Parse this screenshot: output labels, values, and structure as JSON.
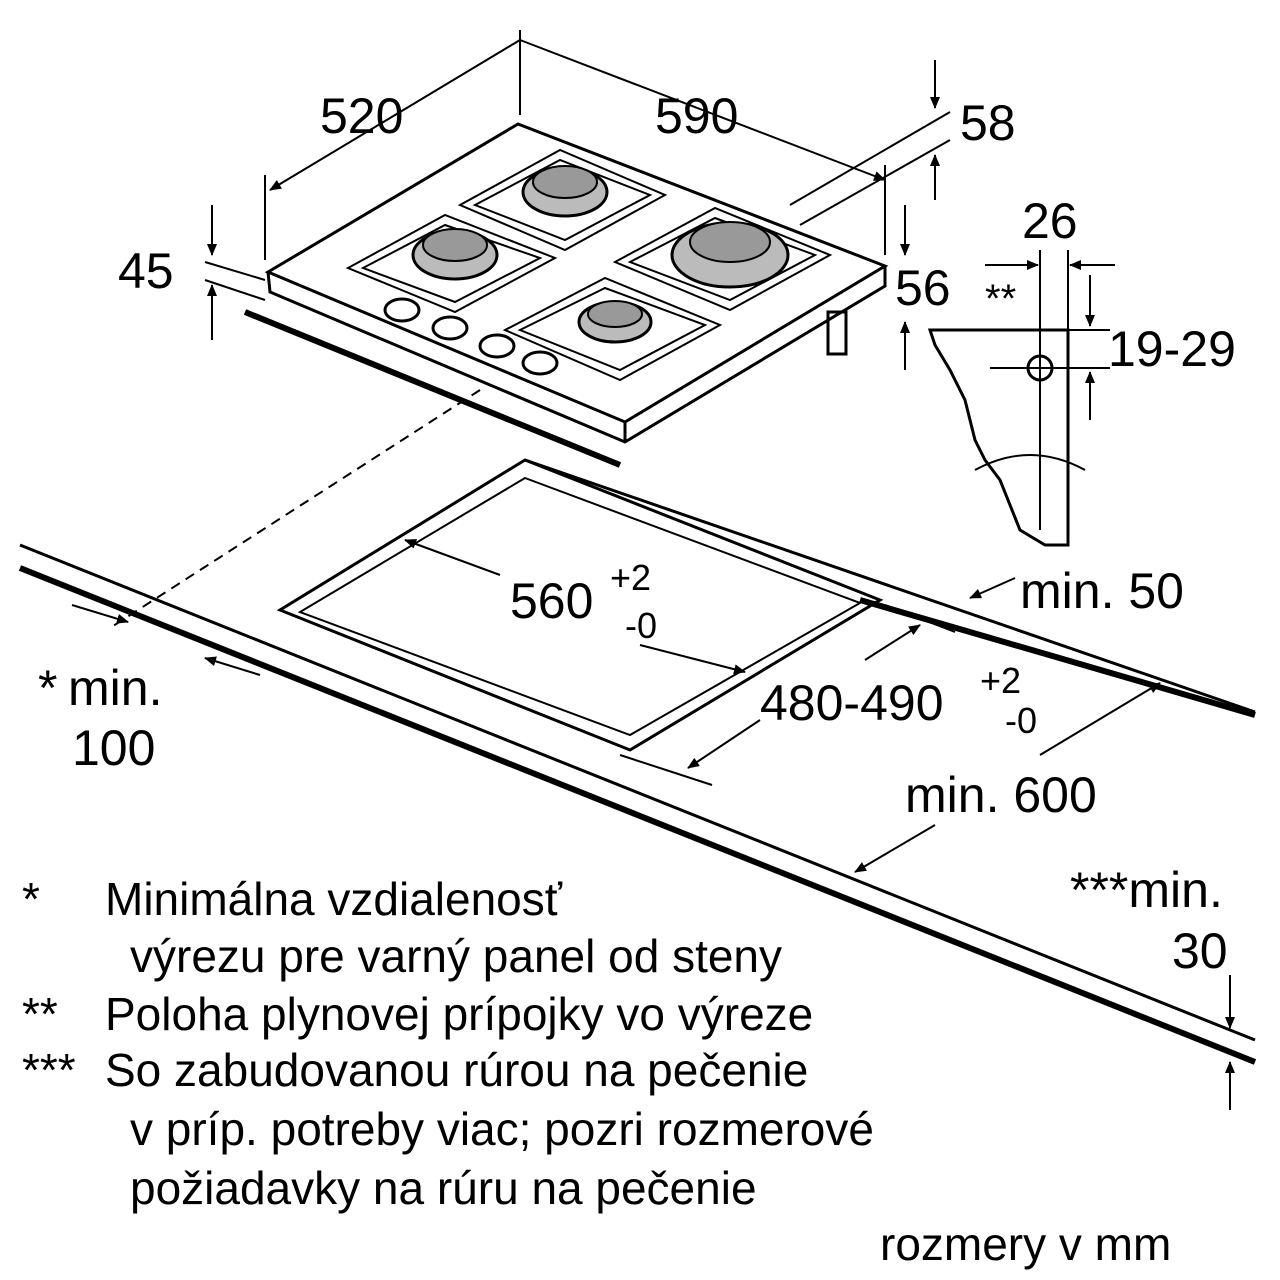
{
  "dimensions": {
    "depth": "520",
    "width": "590",
    "top_height": "58",
    "height": "45",
    "gas_height": "56",
    "bracket_width": "26",
    "gas_marker": "**",
    "counter_thickness": "19-29",
    "cutout_width": "560",
    "cutout_width_tol_plus": "+2",
    "cutout_width_tol_minus": "-0",
    "cutout_depth": "480-490",
    "cutout_depth_tol_plus": "+2",
    "cutout_depth_tol_minus": "-0",
    "min_back": "min. 50",
    "min_wall_star": "*",
    "min_wall_label": "min.",
    "min_wall_value": "100",
    "min_counter": "min. 600",
    "min_oven_label": "***min.",
    "min_oven_value": "30"
  },
  "notes": [
    {
      "marker": "*",
      "lines": [
        "Minimálna vzdialenosť",
        "výrezu pre varný panel od steny"
      ]
    },
    {
      "marker": "**",
      "lines": [
        "Poloha plynovej prípojky vo výreze"
      ]
    },
    {
      "marker": "***",
      "lines": [
        "So zabudovanou rúrou na pečenie",
        "v príp. potreby viac; pozri rozmerové",
        "požiadavky na rúru na pečenie"
      ]
    }
  ],
  "units_note": "rozmery v mm"
}
